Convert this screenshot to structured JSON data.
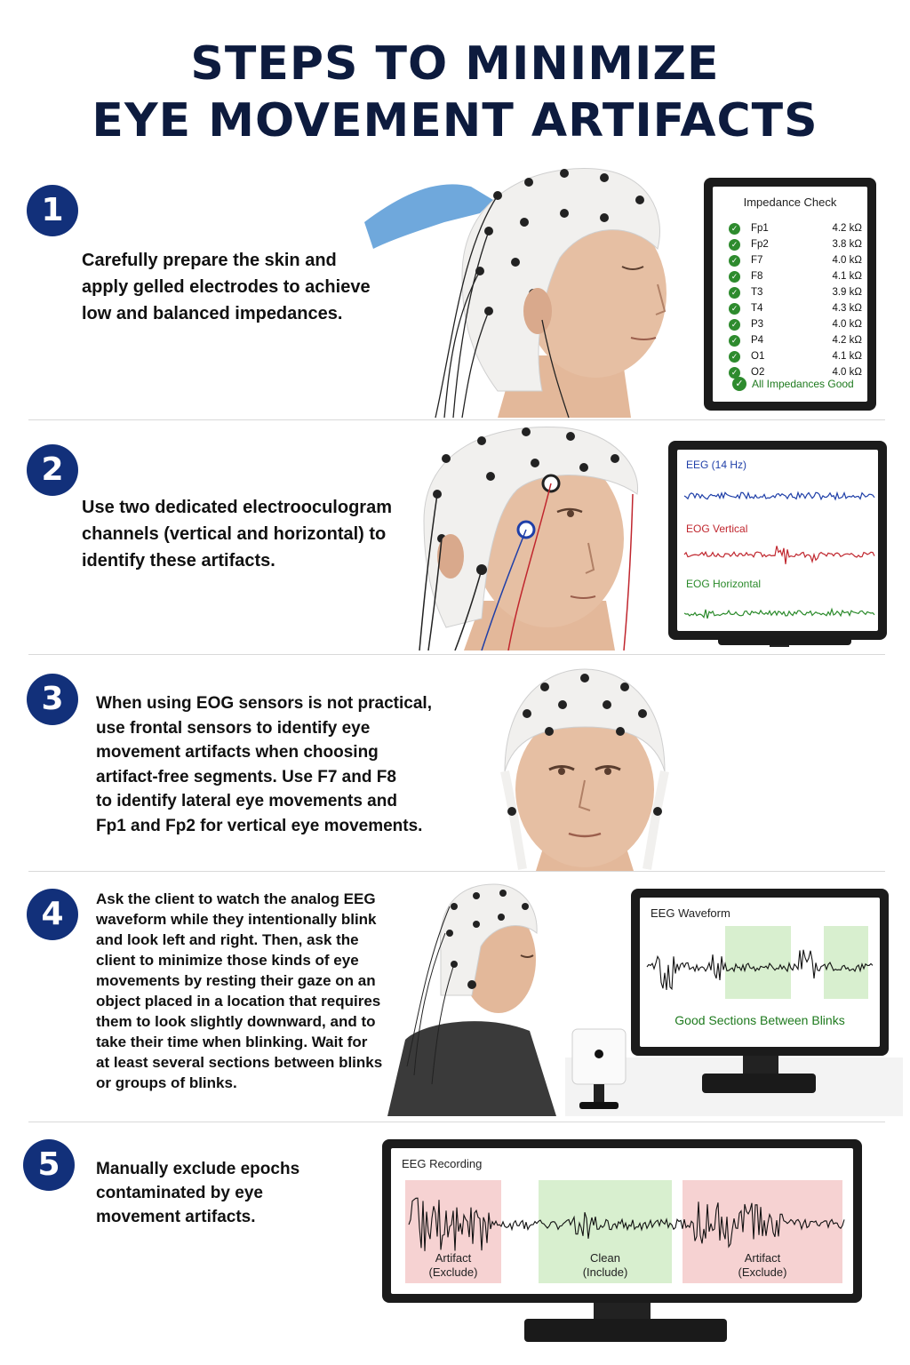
{
  "title": {
    "line1": "STEPS TO MINIMIZE",
    "line2": "EYE MOVEMENT ARTIFACTS"
  },
  "steps": [
    {
      "number": "1",
      "lines": [
        "Carefully prepare the skin and",
        "apply gelled electrodes to achieve",
        "low and balanced impedances."
      ]
    },
    {
      "number": "2",
      "lines": [
        "Use two dedicated electrooculogram",
        "channels (vertical and horizontal) to",
        "identify these artifacts."
      ]
    },
    {
      "number": "3",
      "lines": [
        "When using EOG sensors is not practical,",
        "use frontal sensors to identify eye",
        "movement artifacts when choosing",
        "artifact-free segments. Use F7 and F8",
        "to identify lateral eye movements and",
        "Fp1 and Fp2 for vertical eye movements."
      ]
    },
    {
      "number": "4",
      "lines": [
        "Ask the client to watch the analog EEG",
        "waveform while they intentionally blink",
        "and look left and right. Then, ask the",
        "client to minimize those kinds of eye",
        "movements by resting their gaze on an",
        "object placed in a location that requires",
        "them to look slightly downward, and to",
        "take their time when blinking. Wait for",
        "at least several sections between blinks",
        "or groups of blinks."
      ]
    },
    {
      "number": "5",
      "lines": [
        "Manually exclude epochs",
        "contaminated by eye",
        "movement artifacts."
      ]
    }
  ],
  "impedance": {
    "title": "Impedance Check",
    "rows": [
      {
        "channel": "Fp1",
        "value": "4.2 kΩ"
      },
      {
        "channel": "Fp2",
        "value": "3.8 kΩ"
      },
      {
        "channel": "F7",
        "value": "4.0 kΩ"
      },
      {
        "channel": "F8",
        "value": "4.1 kΩ"
      },
      {
        "channel": "T3",
        "value": "3.9 kΩ"
      },
      {
        "channel": "T4",
        "value": "4.3 kΩ"
      },
      {
        "channel": "P3",
        "value": "4.0 kΩ"
      },
      {
        "channel": "P4",
        "value": "4.2 kΩ"
      },
      {
        "channel": "O1",
        "value": "4.1 kΩ"
      },
      {
        "channel": "O2",
        "value": "4.0 kΩ"
      }
    ],
    "status": "All Impedances Good"
  },
  "eog_monitor": {
    "eeg_label": "EEG (14 Hz)",
    "eog_vertical_label": "EOG Vertical",
    "eog_horizontal_label": "EOG Horizontal",
    "colors": {
      "eeg": "#1f3fa8",
      "vertical": "#c0262e",
      "horizontal": "#2a8a2a"
    }
  },
  "waveform_monitor": {
    "title": "EEG Waveform",
    "caption": "Good Sections Between Blinks"
  },
  "recording_monitor": {
    "title": "EEG Recording",
    "zones": [
      {
        "line1": "Artifact",
        "line2": "(Exclude)",
        "kind": "artifact"
      },
      {
        "line1": "Clean",
        "line2": "(Include)",
        "kind": "clean"
      },
      {
        "line1": "Artifact",
        "line2": "(Exclude)",
        "kind": "artifact"
      }
    ]
  },
  "colors": {
    "badge": "#12307a",
    "title": "#0d1b3e",
    "good_green": "#1e7a1e",
    "artifact_zone": "#f6d2d2",
    "clean_zone": "#d8efcf"
  }
}
